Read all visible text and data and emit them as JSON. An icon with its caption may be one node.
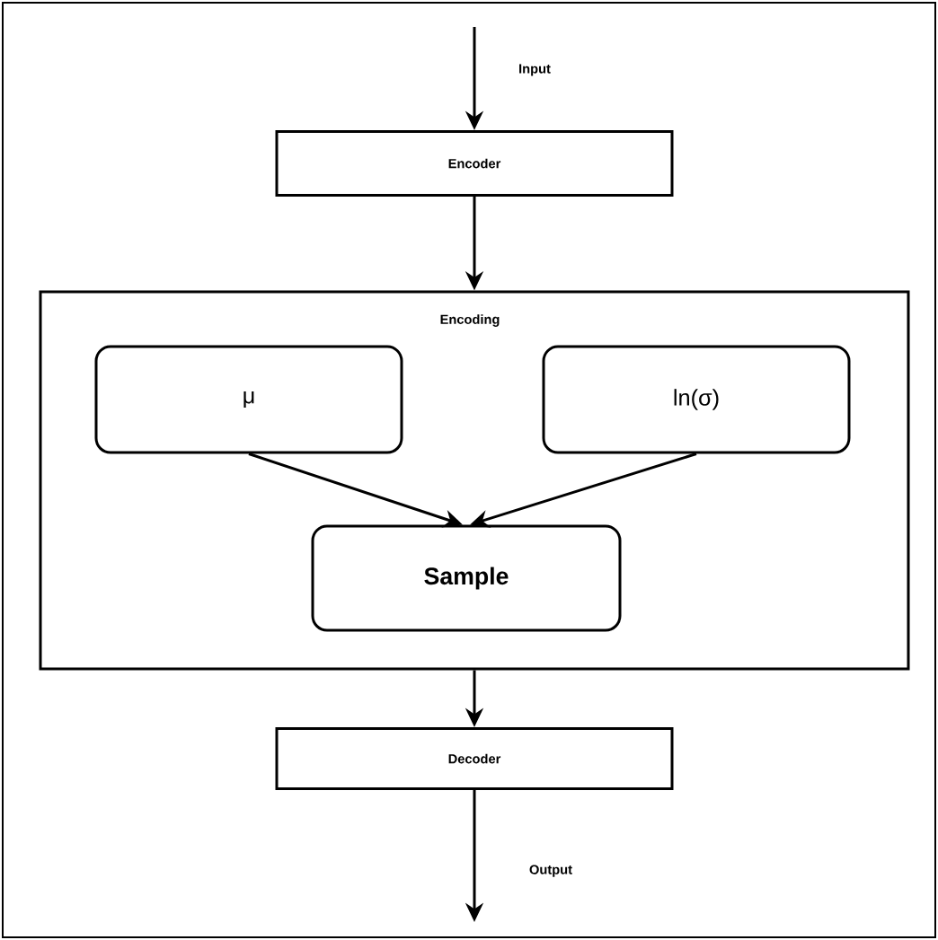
{
  "diagram": {
    "nodes": [
      {
        "text": [
          "Encoder"
        ]
      },
      {
        "text": [
          "Encoding"
        ]
      },
      {
        "text": [
          "μ"
        ],
        "in": 1
      },
      {
        "text": [
          "ln(σ)"
        ],
        "in": 1
      },
      {
        "text": [
          "Sample"
        ],
        "in": 1
      },
      {
        "text": [
          "Decoder"
        ]
      }
    ],
    "edges": [
      {
        "from": null,
        "to": 0,
        "arrow": "to",
        "label": "Input"
      },
      {
        "from": 0,
        "to": 1,
        "arrow": "to"
      },
      {
        "from": 2,
        "to": 4,
        "arrow": "to"
      },
      {
        "from": 3,
        "to": 4,
        "arrow": "to"
      },
      {
        "from": 1,
        "to": 5,
        "arrow": "to"
      },
      {
        "from": 5,
        "to": null,
        "arrow": "to",
        "label": "Output"
      }
    ]
  }
}
